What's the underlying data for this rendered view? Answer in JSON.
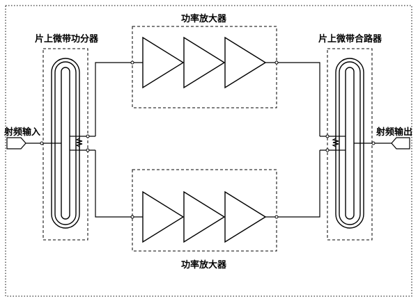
{
  "labels": {
    "amp_top": "功率放大器",
    "amp_bottom": "功率放大器",
    "splitter": "片上微带功分器",
    "combiner": "片上微带合路器",
    "rf_in": "射频输入",
    "rf_out": "射频输出"
  },
  "amplifier_stages": 3,
  "colors": {
    "line": "#000000",
    "background": "#ffffff"
  }
}
